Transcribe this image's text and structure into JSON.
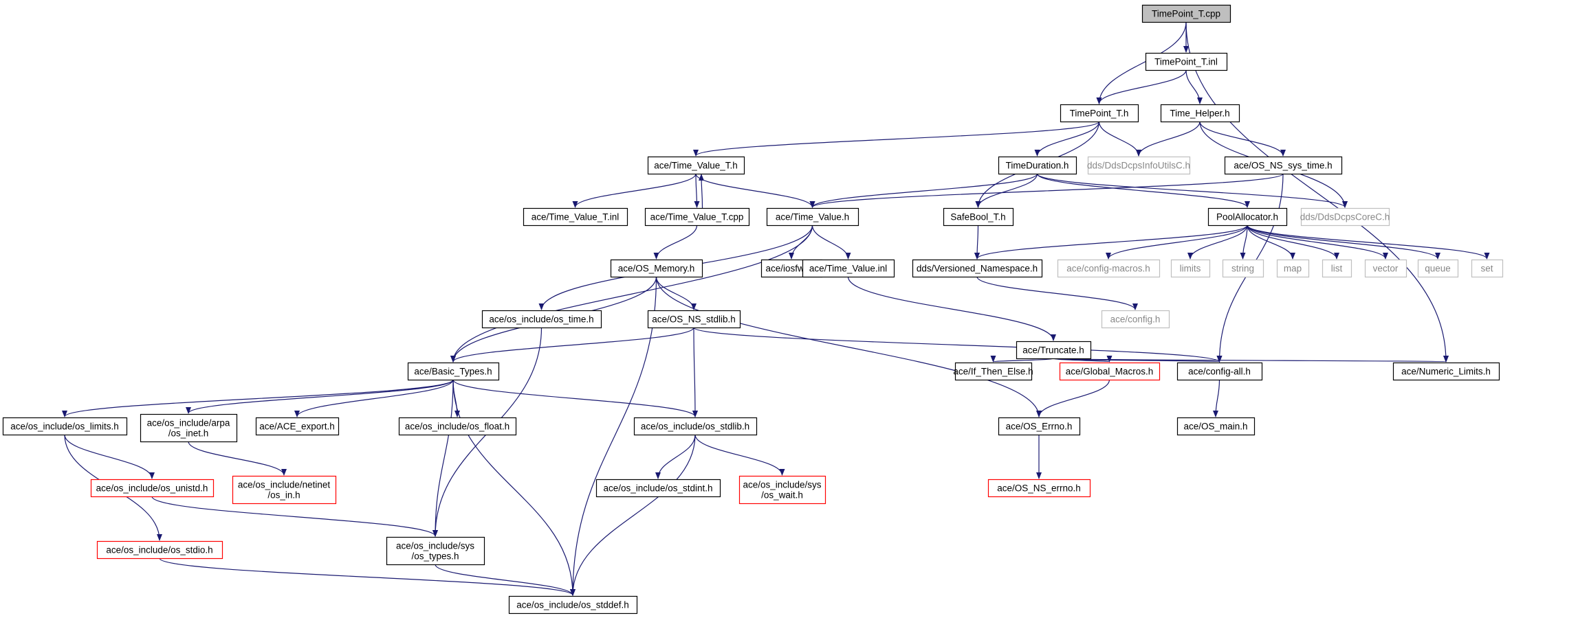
{
  "graph": {
    "nodes": [
      {
        "id": "n0",
        "label": "TimePoint_T.cpp",
        "style": "root"
      },
      {
        "id": "n1",
        "label": "TimePoint_T.inl",
        "style": "normal"
      },
      {
        "id": "n2",
        "label": "TimePoint_T.h",
        "style": "normal"
      },
      {
        "id": "n3",
        "label": "Time_Helper.h",
        "style": "normal"
      },
      {
        "id": "n4",
        "label": "ace/Time_Value_T.h",
        "style": "normal"
      },
      {
        "id": "n5",
        "label": "TimeDuration.h",
        "style": "normal"
      },
      {
        "id": "n6",
        "label": "dds/DdsDcpsInfoUtilsC.h",
        "style": "gray"
      },
      {
        "id": "n7",
        "label": "ace/OS_NS_sys_time.h",
        "style": "normal"
      },
      {
        "id": "n8",
        "label": "ace/Time_Value_T.inl",
        "style": "normal"
      },
      {
        "id": "n9",
        "label": "ace/Time_Value_T.cpp",
        "style": "normal"
      },
      {
        "id": "n10",
        "label": "ace/Time_Value.h",
        "style": "normal"
      },
      {
        "id": "n11",
        "label": "SafeBool_T.h",
        "style": "normal"
      },
      {
        "id": "n12",
        "label": "PoolAllocator.h",
        "style": "normal"
      },
      {
        "id": "n13",
        "label": "dds/DdsDcpsCoreC.h",
        "style": "gray"
      },
      {
        "id": "n14",
        "label": "ace/OS_Memory.h",
        "style": "normal"
      },
      {
        "id": "n15",
        "label": "ace/iosfwd.h",
        "style": "normal"
      },
      {
        "id": "n16",
        "label": "ace/Time_Value.inl",
        "style": "normal"
      },
      {
        "id": "n17",
        "label": "dds/Versioned_Namespace.h",
        "style": "normal"
      },
      {
        "id": "n18",
        "label": "ace/config-macros.h",
        "style": "gray"
      },
      {
        "id": "n19",
        "label": "limits",
        "style": "gray"
      },
      {
        "id": "n20",
        "label": "string",
        "style": "gray"
      },
      {
        "id": "n21",
        "label": "map",
        "style": "gray"
      },
      {
        "id": "n22",
        "label": "list",
        "style": "gray"
      },
      {
        "id": "n23",
        "label": "vector",
        "style": "gray"
      },
      {
        "id": "n24",
        "label": "queue",
        "style": "gray"
      },
      {
        "id": "n25",
        "label": "set",
        "style": "gray"
      },
      {
        "id": "n26",
        "label": "ace/os_include/os_time.h",
        "style": "normal"
      },
      {
        "id": "n27",
        "label": "ace/OS_NS_stdlib.h",
        "style": "normal"
      },
      {
        "id": "n28",
        "label": "ace/config.h",
        "style": "gray"
      },
      {
        "id": "n29",
        "label": "ace/Truncate.h",
        "style": "normal"
      },
      {
        "id": "n30",
        "label": "ace/Basic_Types.h",
        "style": "normal"
      },
      {
        "id": "n31",
        "label": "ace/If_Then_Else.h",
        "style": "normal"
      },
      {
        "id": "n32",
        "label": "ace/Global_Macros.h",
        "style": "red"
      },
      {
        "id": "n33",
        "label": "ace/config-all.h",
        "style": "normal"
      },
      {
        "id": "n34",
        "label": "ace/Numeric_Limits.h",
        "style": "normal"
      },
      {
        "id": "n35",
        "label": "ace/os_include/os_limits.h",
        "style": "normal"
      },
      {
        "id": "n36",
        "label": [
          "ace/os_include/arpa",
          "/os_inet.h"
        ],
        "style": "normal"
      },
      {
        "id": "n37",
        "label": "ace/ACE_export.h",
        "style": "normal"
      },
      {
        "id": "n38",
        "label": "ace/os_include/os_float.h",
        "style": "normal"
      },
      {
        "id": "n39",
        "label": "ace/os_include/os_stdlib.h",
        "style": "normal"
      },
      {
        "id": "n40",
        "label": "ace/OS_Errno.h",
        "style": "normal"
      },
      {
        "id": "n41",
        "label": "ace/OS_main.h",
        "style": "normal"
      },
      {
        "id": "n42",
        "label": "ace/os_include/os_unistd.h",
        "style": "red"
      },
      {
        "id": "n43",
        "label": [
          "ace/os_include/netinet",
          "/os_in.h"
        ],
        "style": "red"
      },
      {
        "id": "n44",
        "label": "ace/os_include/os_stdint.h",
        "style": "normal"
      },
      {
        "id": "n45",
        "label": [
          "ace/os_include/sys",
          "/os_wait.h"
        ],
        "style": "red"
      },
      {
        "id": "n46",
        "label": "ace/OS_NS_errno.h",
        "style": "red"
      },
      {
        "id": "n47",
        "label": "ace/os_include/os_stdio.h",
        "style": "red"
      },
      {
        "id": "n48",
        "label": [
          "ace/os_include/sys",
          "/os_types.h"
        ],
        "style": "normal"
      },
      {
        "id": "n49",
        "label": "ace/os_include/os_stddef.h",
        "style": "normal"
      }
    ],
    "edges": [
      [
        "n0",
        "n1"
      ],
      [
        "n0",
        "n2"
      ],
      [
        "n0",
        "n34"
      ],
      [
        "n1",
        "n2"
      ],
      [
        "n1",
        "n3"
      ],
      [
        "n2",
        "n4"
      ],
      [
        "n2",
        "n5"
      ],
      [
        "n2",
        "n6"
      ],
      [
        "n2",
        "n11"
      ],
      [
        "n3",
        "n6"
      ],
      [
        "n3",
        "n7"
      ],
      [
        "n3",
        "n13"
      ],
      [
        "n4",
        "n8"
      ],
      [
        "n4",
        "n9"
      ],
      [
        "n4",
        "n10"
      ],
      [
        "n9",
        "n4"
      ],
      [
        "n9",
        "n14"
      ],
      [
        "n5",
        "n10"
      ],
      [
        "n5",
        "n11"
      ],
      [
        "n5",
        "n12"
      ],
      [
        "n5",
        "n13"
      ],
      [
        "n7",
        "n10"
      ],
      [
        "n7",
        "n33"
      ],
      [
        "n10",
        "n15"
      ],
      [
        "n10",
        "n16"
      ],
      [
        "n10",
        "n26"
      ],
      [
        "n10",
        "n30"
      ],
      [
        "n11",
        "n17"
      ],
      [
        "n12",
        "n17"
      ],
      [
        "n12",
        "n18"
      ],
      [
        "n12",
        "n19"
      ],
      [
        "n12",
        "n20"
      ],
      [
        "n12",
        "n21"
      ],
      [
        "n12",
        "n22"
      ],
      [
        "n12",
        "n23"
      ],
      [
        "n12",
        "n24"
      ],
      [
        "n12",
        "n25"
      ],
      [
        "n14",
        "n27"
      ],
      [
        "n14",
        "n30"
      ],
      [
        "n14",
        "n40"
      ],
      [
        "n14",
        "n49"
      ],
      [
        "n16",
        "n29"
      ],
      [
        "n17",
        "n28"
      ],
      [
        "n26",
        "n48"
      ],
      [
        "n27",
        "n30"
      ],
      [
        "n27",
        "n39"
      ],
      [
        "n27",
        "n33"
      ],
      [
        "n29",
        "n31"
      ],
      [
        "n29",
        "n32"
      ],
      [
        "n29",
        "n33"
      ],
      [
        "n29",
        "n34"
      ],
      [
        "n30",
        "n35"
      ],
      [
        "n30",
        "n36"
      ],
      [
        "n30",
        "n37"
      ],
      [
        "n30",
        "n38"
      ],
      [
        "n30",
        "n39"
      ],
      [
        "n30",
        "n48"
      ],
      [
        "n30",
        "n49"
      ],
      [
        "n32",
        "n40"
      ],
      [
        "n33",
        "n41"
      ],
      [
        "n35",
        "n42"
      ],
      [
        "n35",
        "n47"
      ],
      [
        "n36",
        "n43"
      ],
      [
        "n39",
        "n44"
      ],
      [
        "n39",
        "n45"
      ],
      [
        "n39",
        "n49"
      ],
      [
        "n40",
        "n46"
      ],
      [
        "n42",
        "n48"
      ],
      [
        "n47",
        "n49"
      ],
      [
        "n48",
        "n49"
      ]
    ]
  },
  "colors": {
    "edge": "#191970",
    "root_fill": "#bfbfbf",
    "normal_border": "#000000",
    "gray_border": "#bfbfbf",
    "red_border": "#ff0000",
    "text": "#000000",
    "gray_text": "#888888"
  }
}
